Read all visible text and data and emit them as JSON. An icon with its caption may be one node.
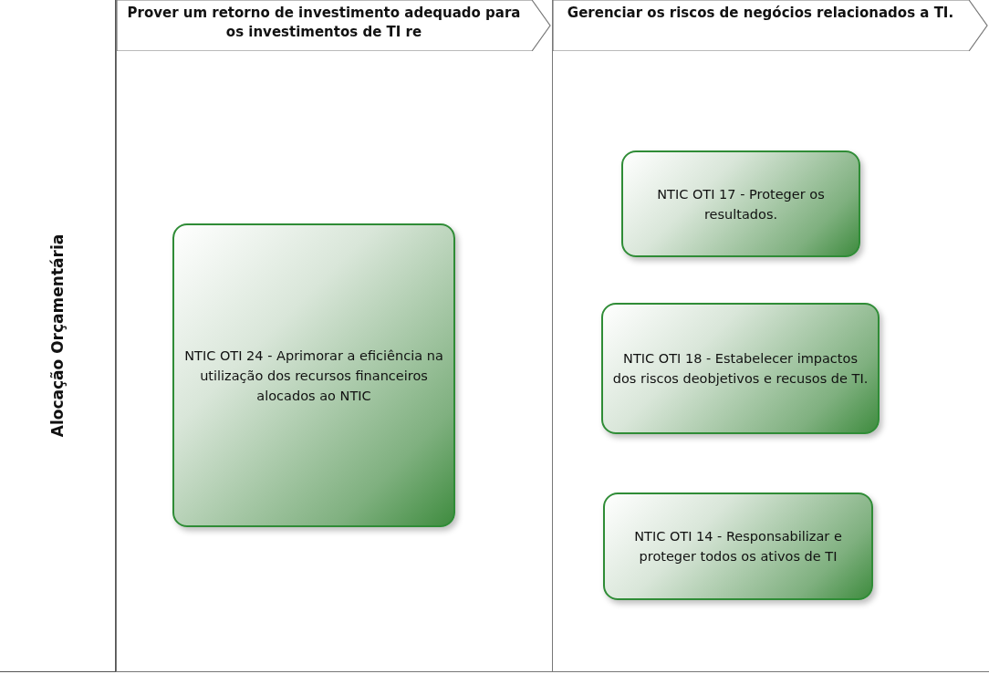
{
  "diagram": {
    "nodes": [
      {
        "text": [
          "Alocação Orçamentária"
        ]
      },
      {
        "text": [
          "Prover um retorno de investimento adequado para os investimentos de TI re"
        ]
      },
      {
        "text": [
          "Gerenciar os riscos de negócios relacionados a TI."
        ]
      },
      {
        "text": [
          "NTIC OTI 24 - Aprimorar a eficiência na utilização dos recursos financeiros alocados ao NTIC"
        ],
        "in": 1
      },
      {
        "text": [
          "NTIC OTI 17 - Proteger os resultados."
        ],
        "in": 2
      },
      {
        "text": [
          "NTIC OTI 18 - Estabelecer impactos dos riscos deobjetivos e recusos de TI."
        ],
        "in": 2
      },
      {
        "text": [
          "NTIC OTI 14 - Responsabilizar e proteger todos os ativos de TI"
        ],
        "in": 2
      }
    ],
    "edges": []
  }
}
